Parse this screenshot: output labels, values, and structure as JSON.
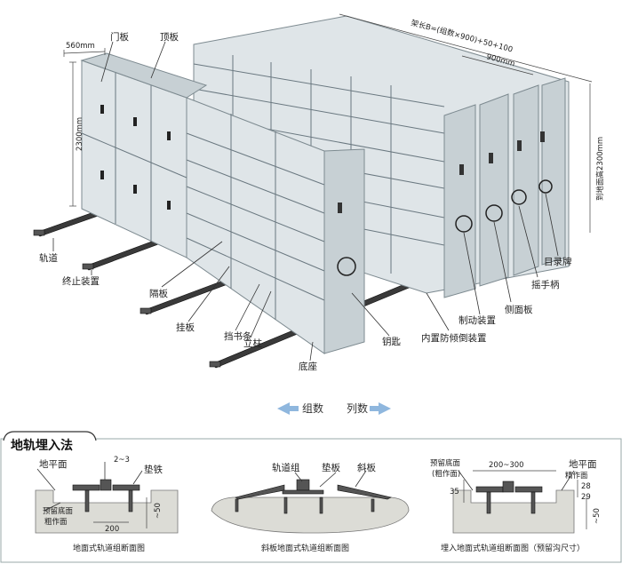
{
  "labels": {
    "men_ban": "门板",
    "ding_ban": "顶板",
    "dim_560": "560mm",
    "dim_2300": "2300mm",
    "total_length": "架长B=(组数×900)+50+100",
    "dim_900": "900mm",
    "height_to_ground": "到地面高2300mm",
    "gui_dao": "轨道",
    "zhong_zhi": "终止装置",
    "ge_ban": "隔板",
    "gua_ban": "挂板",
    "dang_shu_tiao": "挡书条",
    "li_zhu": "立柱",
    "di_zuo": "底座",
    "yao_shi": "钥匙",
    "fang_qing_dao": "内置防倾倒装置",
    "zhi_dong": "制动装置",
    "ce_mian_ban": "侧面板",
    "yao_shou_bing": "摇手柄",
    "mu_lu_pai": "目录牌"
  },
  "direction": {
    "groups": "组数",
    "columns": "列数"
  },
  "section_title": "地轨埋入法",
  "sections": {
    "left": {
      "di_ping_mian": "地平面",
      "dim_2_3": "2~3",
      "dian_tie": "垫铁",
      "yu_liu_di_mian": "预留底面",
      "cu_zuo_mian": "粗作面",
      "dim_200": "200",
      "dim_50": "~50",
      "caption": "地面式轨道组断面图"
    },
    "middle": {
      "gui_dao_zu": "轨道组",
      "dian_ban": "垫板",
      "xie_ban": "斜板",
      "caption": "斜板地面式轨道组断面图"
    },
    "right": {
      "yu_liu_di_mian": "预留底面",
      "cu_zuo_mian_paren": "(粗作面)",
      "dim_200_300": "200~300",
      "di_ping_mian": "地平面",
      "jing_zuo_mian": "精作面",
      "dim_35": "35",
      "dim_28": "28",
      "dim_29": "29",
      "dim_50": "~50",
      "caption": "埋入地面式轨道组断面图（预留沟尺寸）"
    }
  }
}
